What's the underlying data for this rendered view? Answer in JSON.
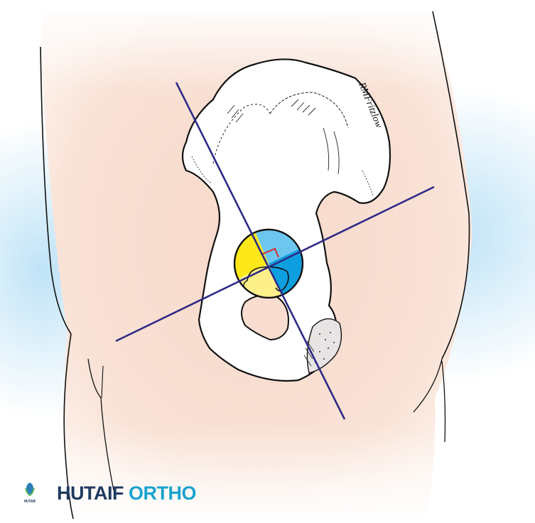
{
  "figure": {
    "description": "Anatomical illustration of pelvis (hemipelvis) over skin silhouette with acetabulum quadrant diagram",
    "signature": "RMFritzlow",
    "acetabulum": {
      "quadrants": [
        {
          "name": "anterosuperior",
          "color": "#6cc6ef"
        },
        {
          "name": "anteroinferior",
          "color": "#0e9fe0"
        },
        {
          "name": "posterosuperior",
          "color": "#ffe81a"
        },
        {
          "name": "posteroinferior",
          "color": "#fdf08a"
        }
      ],
      "right_angle_marker_color": "#d8262b"
    },
    "lines_color": "#2e2a86",
    "skin_color": "#f8ddd0",
    "halo_color": "#bfe3f7"
  },
  "watermark": {
    "logo_mini_text": "HUTAIF",
    "word1": "HUTAIF",
    "word2": "ORTHO",
    "word1_color": "#1f3a5f",
    "word2_color": "#1aa3cf"
  }
}
